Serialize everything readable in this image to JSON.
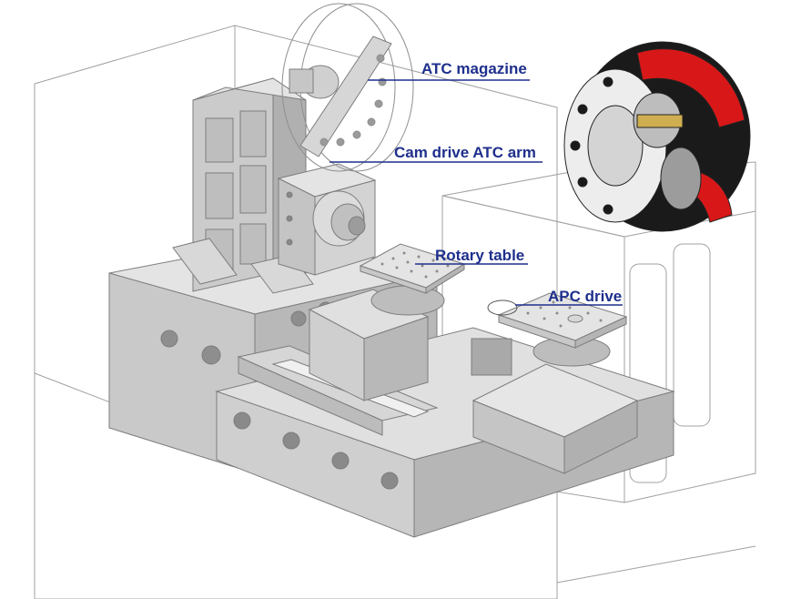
{
  "callouts": {
    "atc_magazine": "ATC magazine",
    "cam_drive_atc_arm": "Cam drive ATC arm",
    "rotary_table": "Rotary table",
    "apc_drive": "APC drive"
  },
  "colors": {
    "label": "#1e2f8c",
    "casting": "#cfcfcf",
    "casting_dark": "#a9a9a9",
    "casting_light": "#e6e6e6",
    "enclosure_line": "#9a9a9a",
    "accent_red": "#d81818",
    "housing_black": "#1a1a1a"
  }
}
